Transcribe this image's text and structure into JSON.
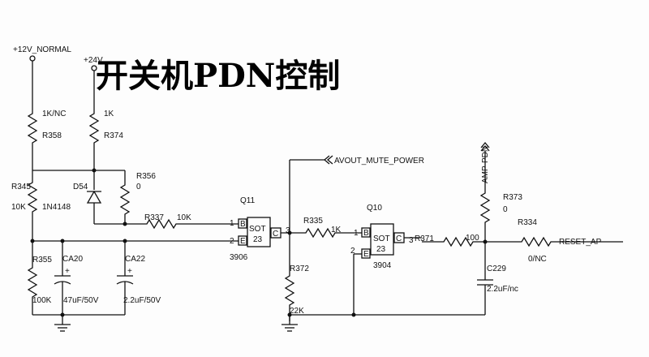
{
  "title": "开关机PDN控制",
  "power": {
    "v12": "+12V_NORMAL",
    "v24": "+24V"
  },
  "nets": {
    "avout": "AVOUT_MUTE_POWER",
    "amp": "AMP-PDN",
    "reset": "RESET_AP"
  },
  "components": {
    "R358": {
      "ref": "R358",
      "value": "1K/NC"
    },
    "R374": {
      "ref": "R374",
      "value": "1K"
    },
    "R345": {
      "ref": "R345",
      "value": "10K"
    },
    "D54": {
      "ref": "D54",
      "value": "1N4148"
    },
    "R356": {
      "ref": "R356",
      "value": "0"
    },
    "R337": {
      "ref": "R337",
      "value": "10K"
    },
    "R355": {
      "ref": "R355",
      "value": "100K"
    },
    "CA20": {
      "ref": "CA20",
      "value": "47uF/50V"
    },
    "CA22": {
      "ref": "CA22",
      "value": "2.2uF/50V"
    },
    "Q11": {
      "ref": "Q11",
      "package": "SOT",
      "pkgnum": "23",
      "part": "3906"
    },
    "R335": {
      "ref": "R335",
      "value": "1K"
    },
    "R372": {
      "ref": "R372",
      "value": "22K"
    },
    "Q10": {
      "ref": "Q10",
      "package": "SOT",
      "pkgnum": "23",
      "part": "3904"
    },
    "R371": {
      "ref": "R371",
      "value": "100"
    },
    "R373": {
      "ref": "R373",
      "value": "0"
    },
    "R334": {
      "ref": "R334",
      "value": "0/NC"
    },
    "C229": {
      "ref": "C229",
      "value": "2.2uF/nc"
    }
  },
  "pins": {
    "b": "B",
    "c": "C",
    "e": "E",
    "p1": "1",
    "p2": "2",
    "p3": "3",
    "plus": "+"
  }
}
